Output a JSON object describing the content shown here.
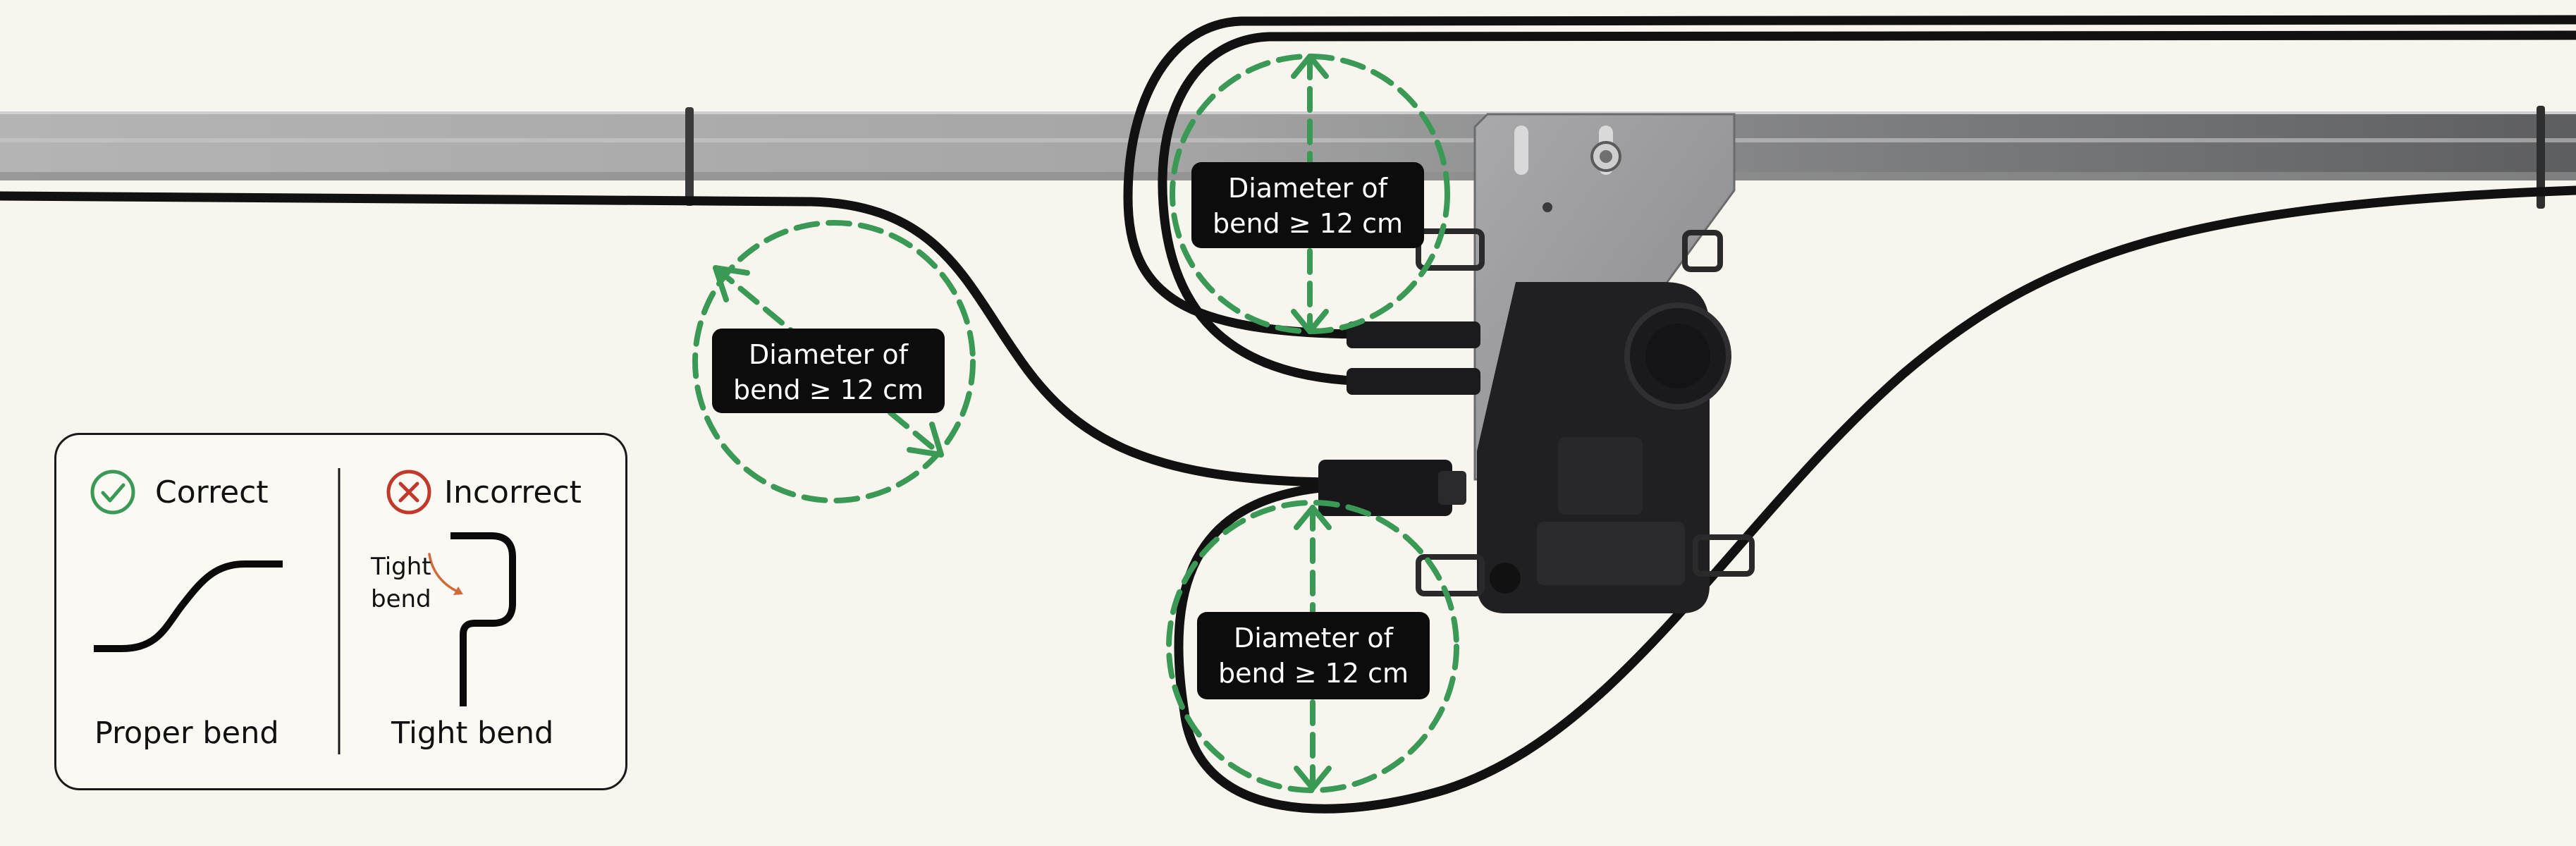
{
  "callouts": [
    {
      "line1": "Diameter of",
      "line2": "bend ≥ 12 cm"
    },
    {
      "line1": "Diameter of",
      "line2": "bend ≥ 12 cm"
    },
    {
      "line1": "Diameter of",
      "line2": "bend ≥ 12 cm"
    }
  ],
  "legend": {
    "correct": {
      "label": "Correct",
      "caption": "Proper bend",
      "icon": "check-circle-icon"
    },
    "incorrect": {
      "label": "Incorrect",
      "caption": "Tight bend",
      "icon": "x-circle-icon",
      "annotation": [
        "Tight",
        "bend"
      ]
    }
  },
  "colors": {
    "background": "#f8f5ef",
    "guide_dash": "#3a9a55",
    "correct_green": "#3a9a55",
    "incorrect_red": "#c0392b",
    "cable": "#111111",
    "rail": "#a9a9a9",
    "callout_bg": "#0c0c0c"
  }
}
